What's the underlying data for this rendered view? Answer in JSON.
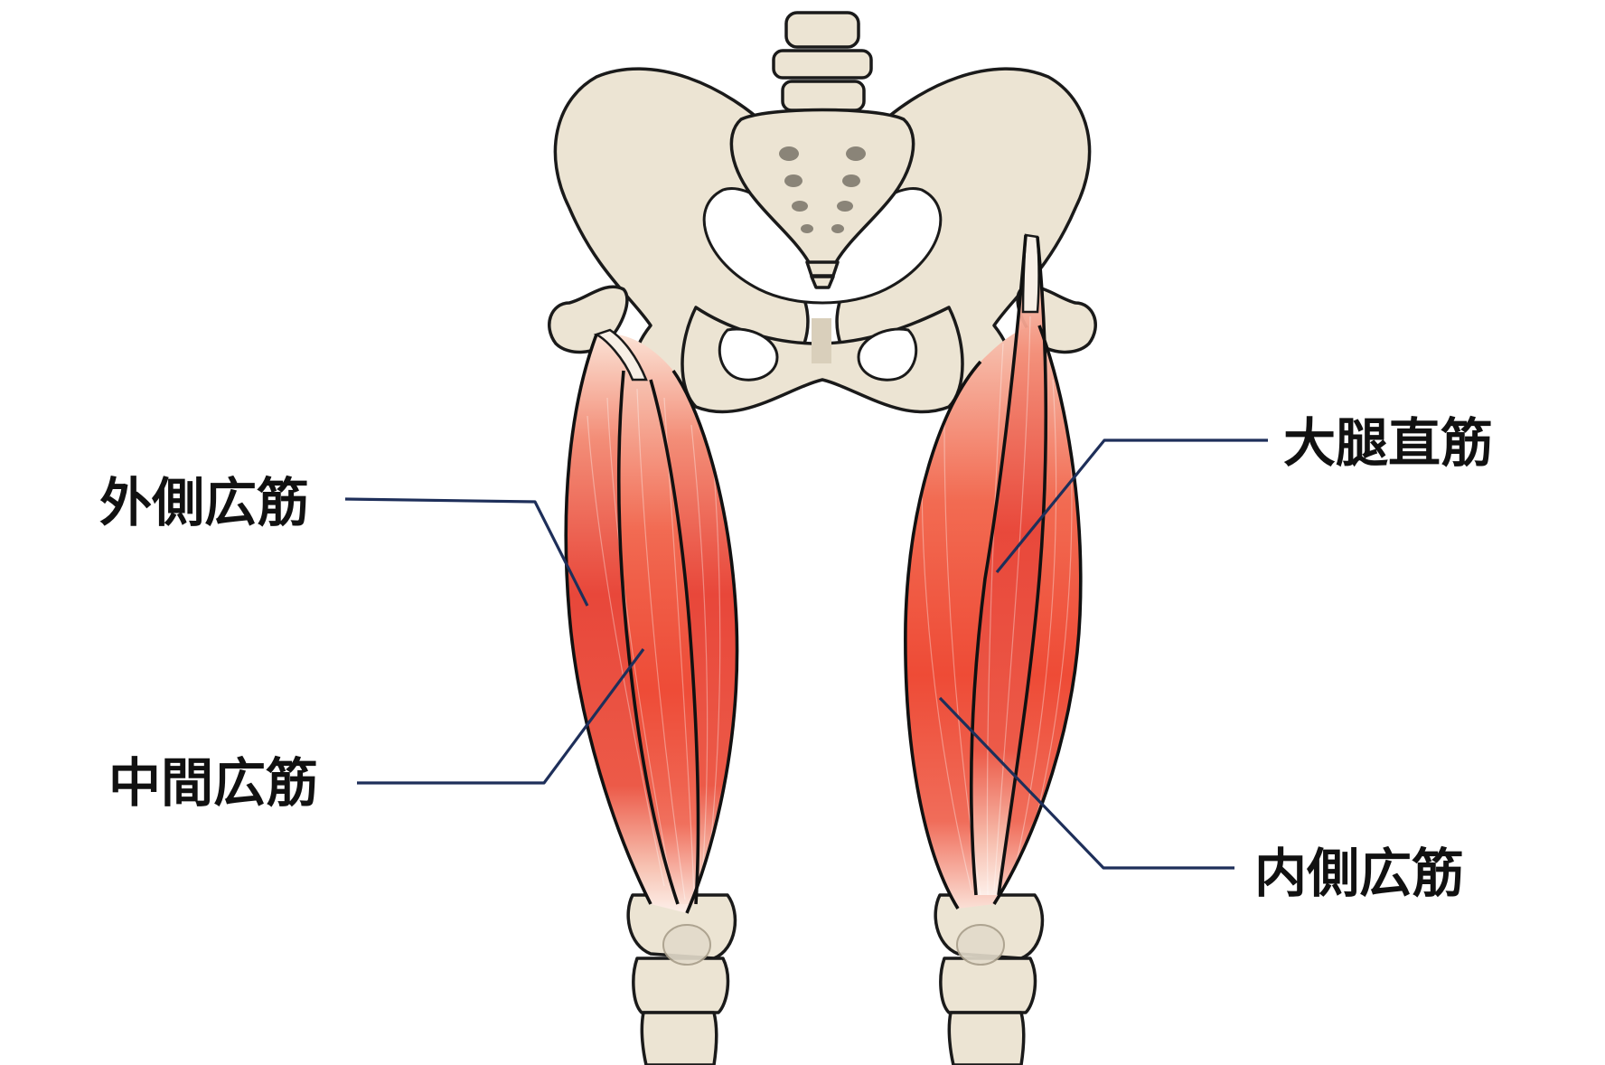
{
  "labels": {
    "vastus_lateralis": "外側広筋",
    "vastus_intermedius": "中間広筋",
    "rectus_femoris": "大腿直筋",
    "vastus_medialis": "内側広筋"
  },
  "colors": {
    "muscle_red": "#e8473a",
    "muscle_light": "#f6b7a6",
    "bone": "#ece4d3",
    "leader_line": "#1e2f5a"
  }
}
